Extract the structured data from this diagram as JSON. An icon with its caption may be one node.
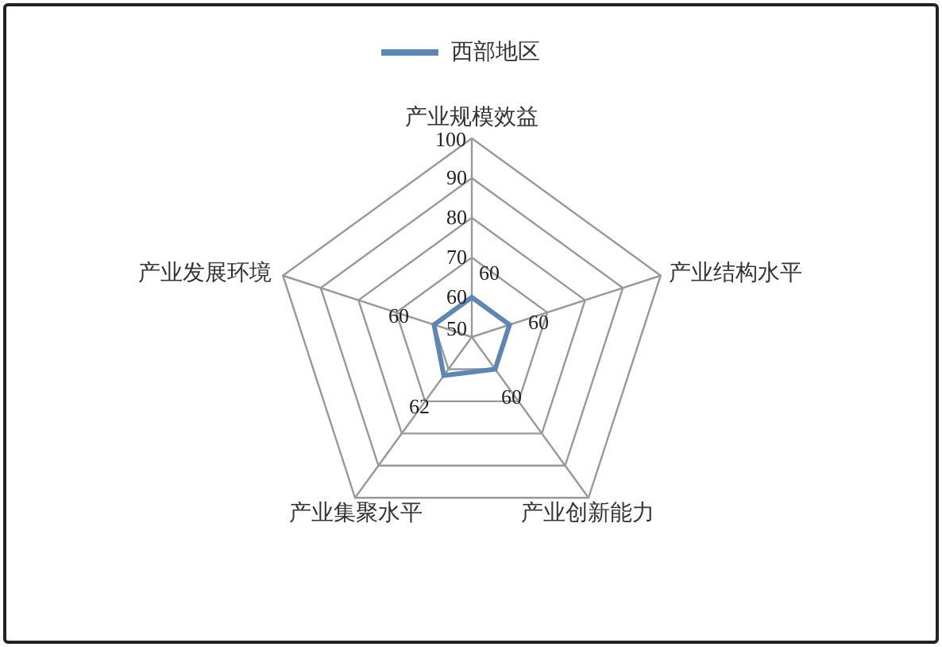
{
  "diagram": {
    "labels": [
      "产业规模效益",
      "100",
      "90",
      "80",
      "70",
      "60",
      "产业发展环境",
      "产业结构水平",
      "60",
      "60",
      "60",
      "50",
      "60",
      "62",
      "产业集聚水平",
      "产业创新能力"
    ],
    "legend": [
      {
        "text": "西部地区"
      }
    ]
  }
}
